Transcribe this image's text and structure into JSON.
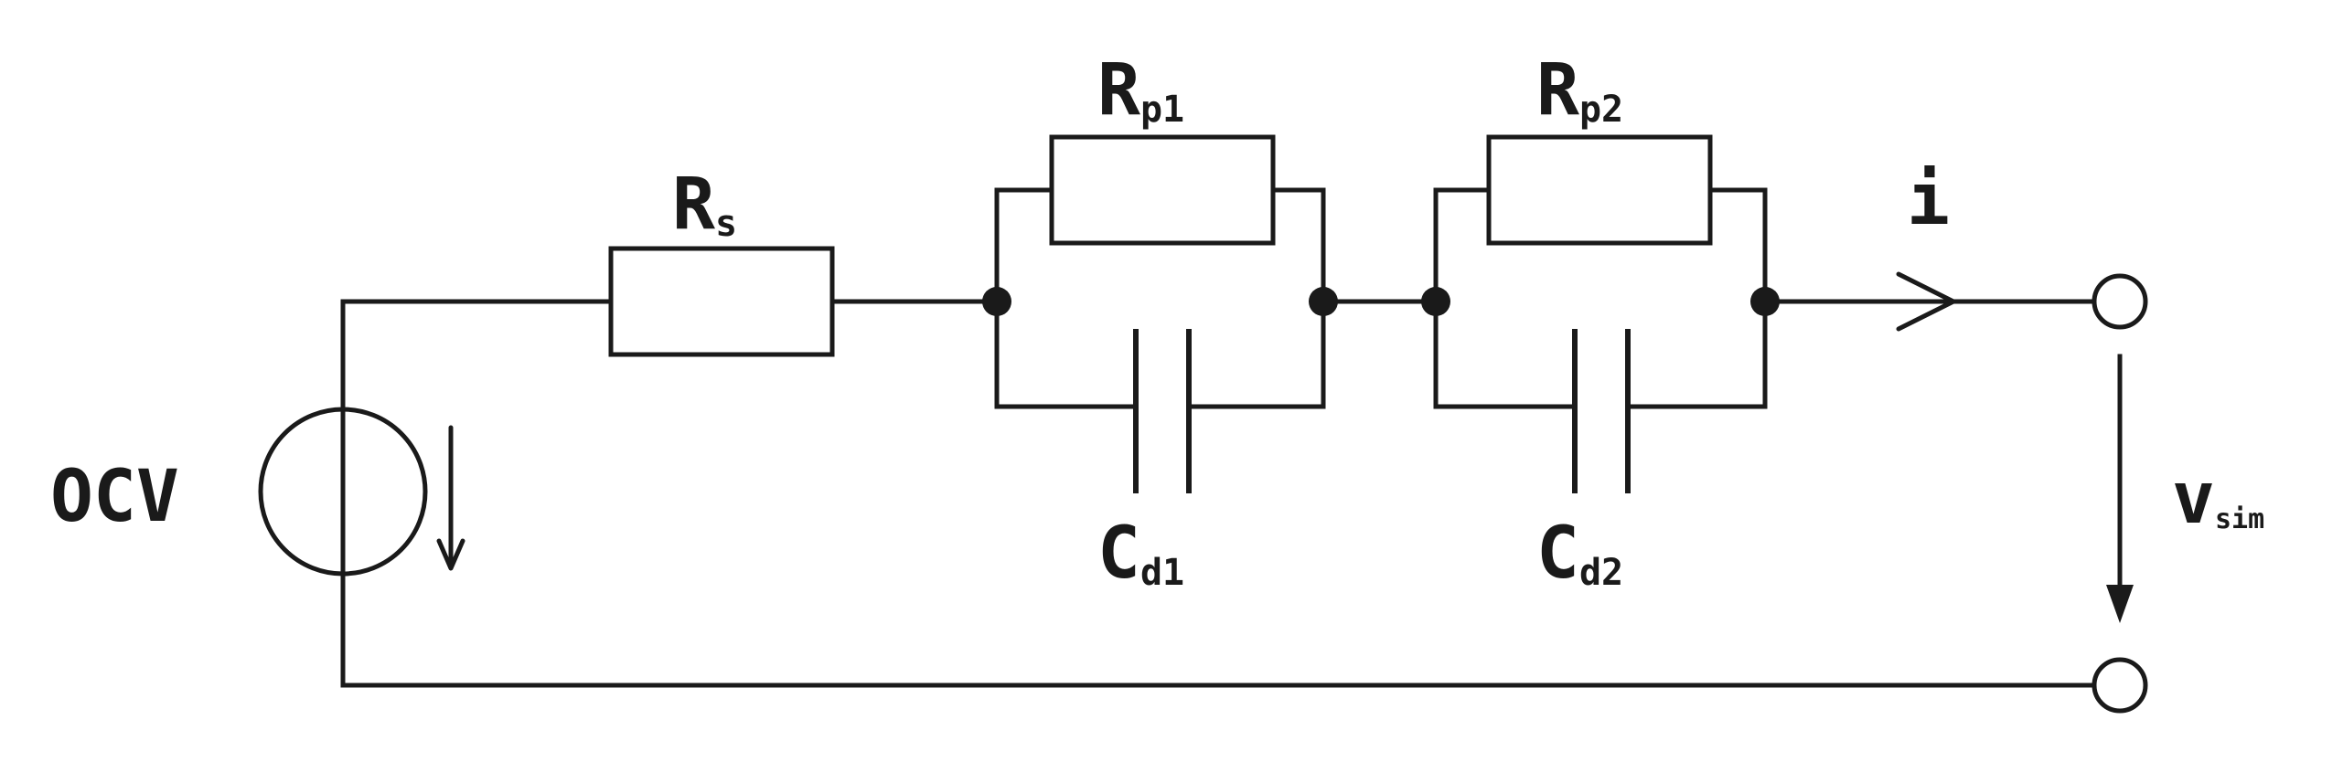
{
  "labels": {
    "rs": {
      "main": "R",
      "sub": "s"
    },
    "rp1": {
      "main": "R",
      "sub": "p1"
    },
    "rp2": {
      "main": "R",
      "sub": "p2"
    },
    "cd1": {
      "main": "C",
      "sub": "d1"
    },
    "cd2": {
      "main": "C",
      "sub": "d2"
    },
    "ocv": "OCV",
    "current": "i",
    "vsim": {
      "main": "v",
      "sub": "sim"
    }
  }
}
